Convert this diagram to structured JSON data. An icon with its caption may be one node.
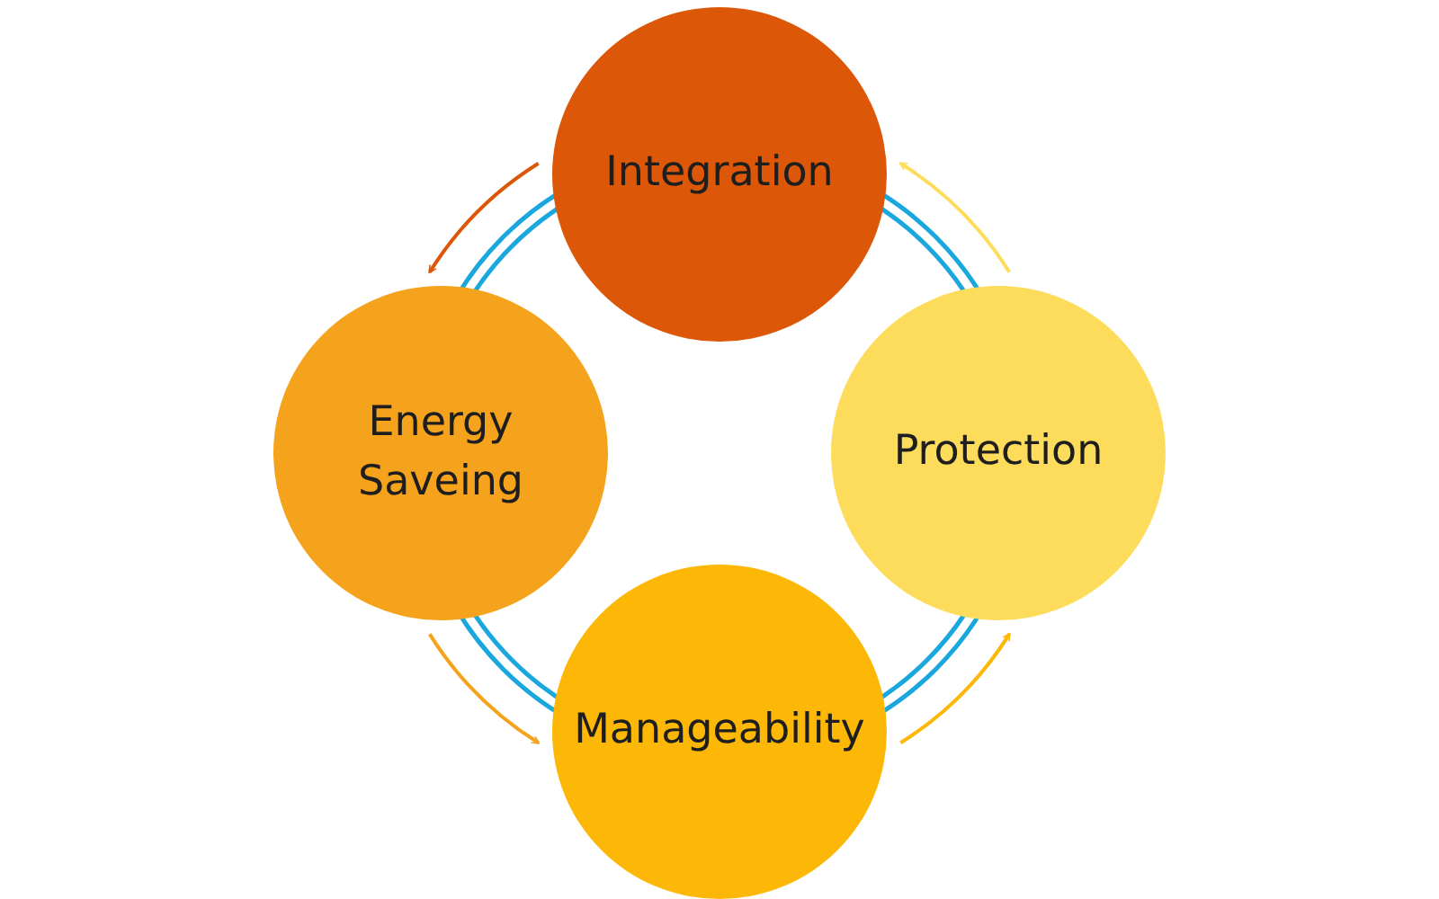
{
  "diagram": {
    "nodes": [
      {
        "text": [
          "Integration"
        ]
      },
      {
        "text": [
          "Energy Saveing"
        ]
      },
      {
        "text": [
          "Protection"
        ]
      },
      {
        "text": [
          "Manageability"
        ]
      }
    ],
    "edges": [
      {
        "from": 0,
        "to": 1,
        "arrow": "to",
        "color": "#dc5707"
      },
      {
        "from": 2,
        "to": 0,
        "arrow": "to",
        "color": "#fddc5c"
      },
      {
        "from": 1,
        "to": 3,
        "arrow": "to",
        "color": "#f5a31c"
      },
      {
        "from": 3,
        "to": 2,
        "arrow": "to",
        "color": "#fdb706"
      }
    ]
  }
}
